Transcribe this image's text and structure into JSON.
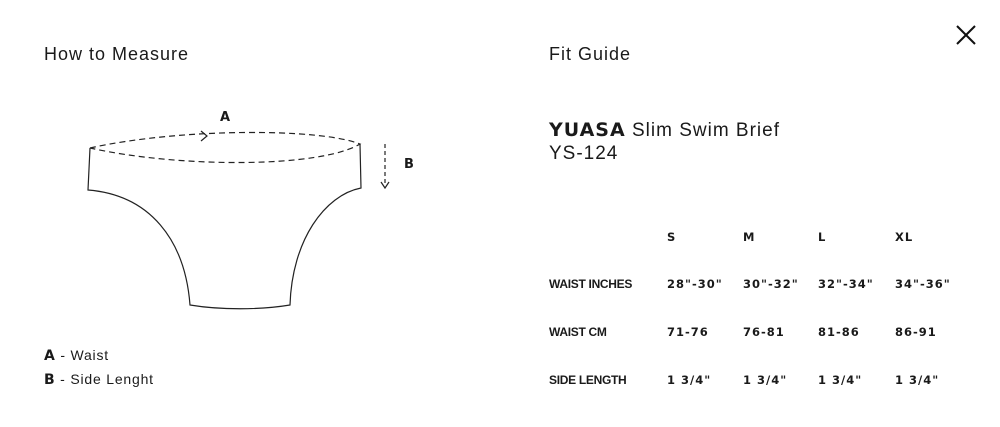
{
  "modal": {
    "close_icon": "close-icon"
  },
  "how_to_measure": {
    "title": "How to Measure",
    "diagram": {
      "label_a": "A",
      "label_b": "B"
    },
    "legend": [
      {
        "key": "A",
        "text": " - Waist"
      },
      {
        "key": "B",
        "text": " - Side Lenght"
      }
    ]
  },
  "fit_guide": {
    "title": "Fit Guide",
    "brand": "YUASA",
    "product_name": " Slim Swim Brief",
    "product_code": "YS-124",
    "size_headers": [
      "S",
      "M",
      "L",
      "XL"
    ],
    "rows": [
      {
        "label": "WAIST INCHES",
        "values": [
          "28\"-30\"",
          "30\"-32\"",
          "32\"-34\"",
          "34\"-36\""
        ]
      },
      {
        "label": "WAIST CM",
        "values": [
          "71-76",
          "76-81",
          "81-86",
          "86-91"
        ]
      },
      {
        "label": "SIDE LENGTH",
        "values": [
          "1 3/4\"",
          "1 3/4\"",
          "1 3/4\"",
          "1 3/4\""
        ]
      }
    ]
  }
}
